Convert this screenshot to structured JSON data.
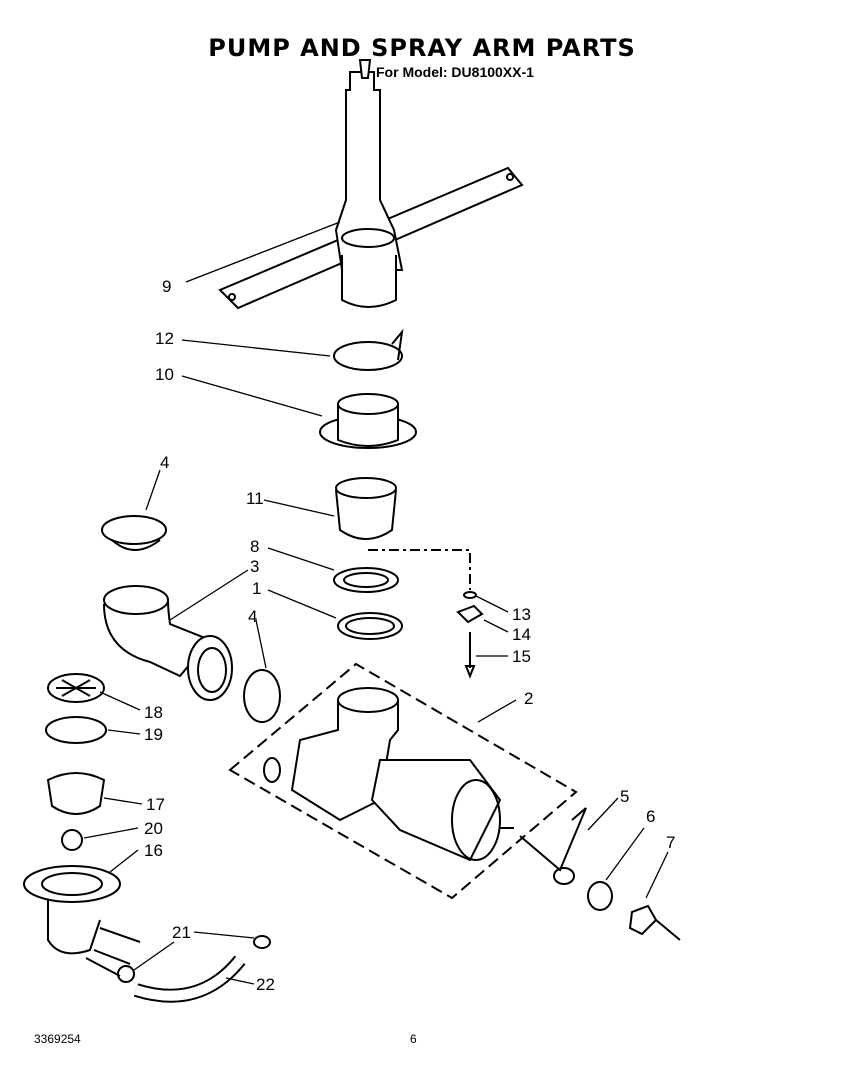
{
  "title": "PUMP AND SPRAY ARM PARTS",
  "subtitle": "For Model: DU8100XX-1",
  "callouts": [
    "9",
    "12",
    "10",
    "4",
    "11",
    "8",
    "3",
    "1",
    "4",
    "13",
    "14",
    "15",
    "2",
    "18",
    "19",
    "17",
    "20",
    "16",
    "5",
    "6",
    "7",
    "21",
    "22"
  ],
  "footer": {
    "code": "3369254",
    "page": "6"
  }
}
